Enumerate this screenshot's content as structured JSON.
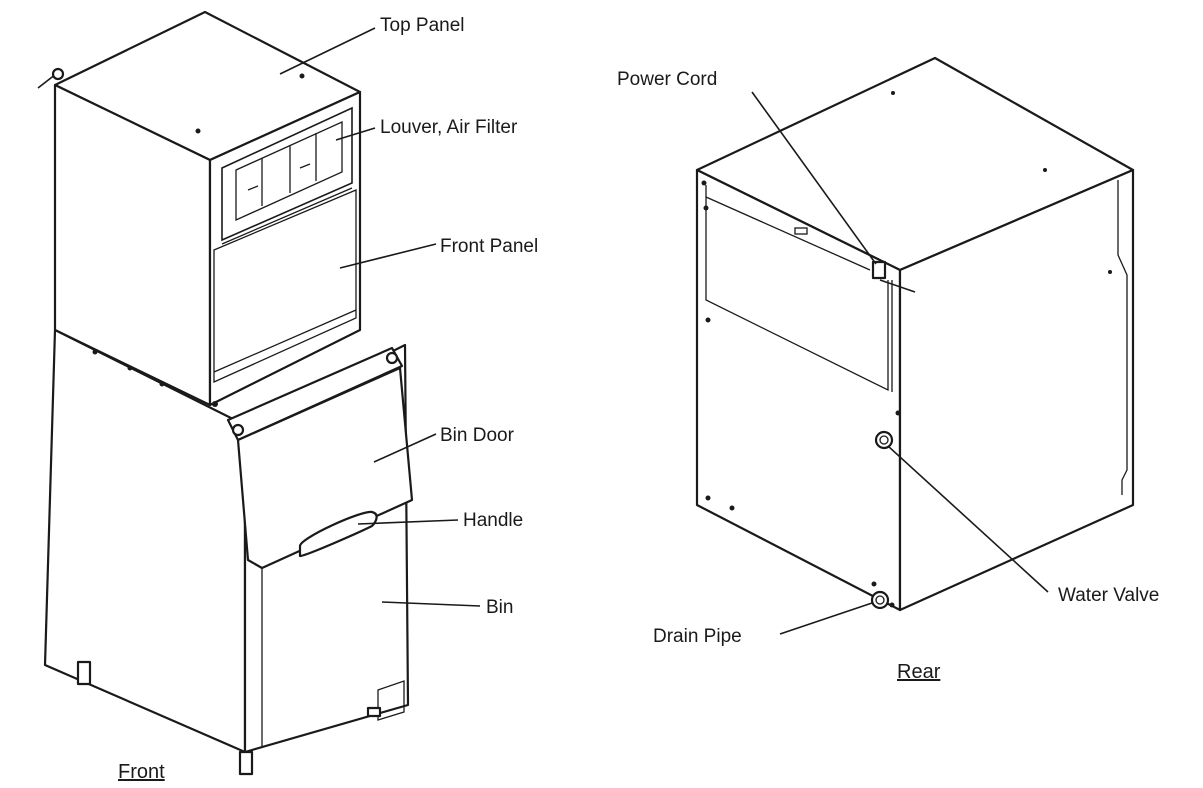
{
  "front": {
    "caption": "Front",
    "labels": {
      "top_panel": "Top Panel",
      "louver_air_filter": "Louver, Air Filter",
      "front_panel": "Front Panel",
      "bin_door": "Bin Door",
      "handle": "Handle",
      "bin": "Bin"
    }
  },
  "rear": {
    "caption": "Rear",
    "labels": {
      "power_cord": "Power Cord",
      "water_valve": "Water Valve",
      "drain_pipe": "Drain Pipe"
    }
  }
}
